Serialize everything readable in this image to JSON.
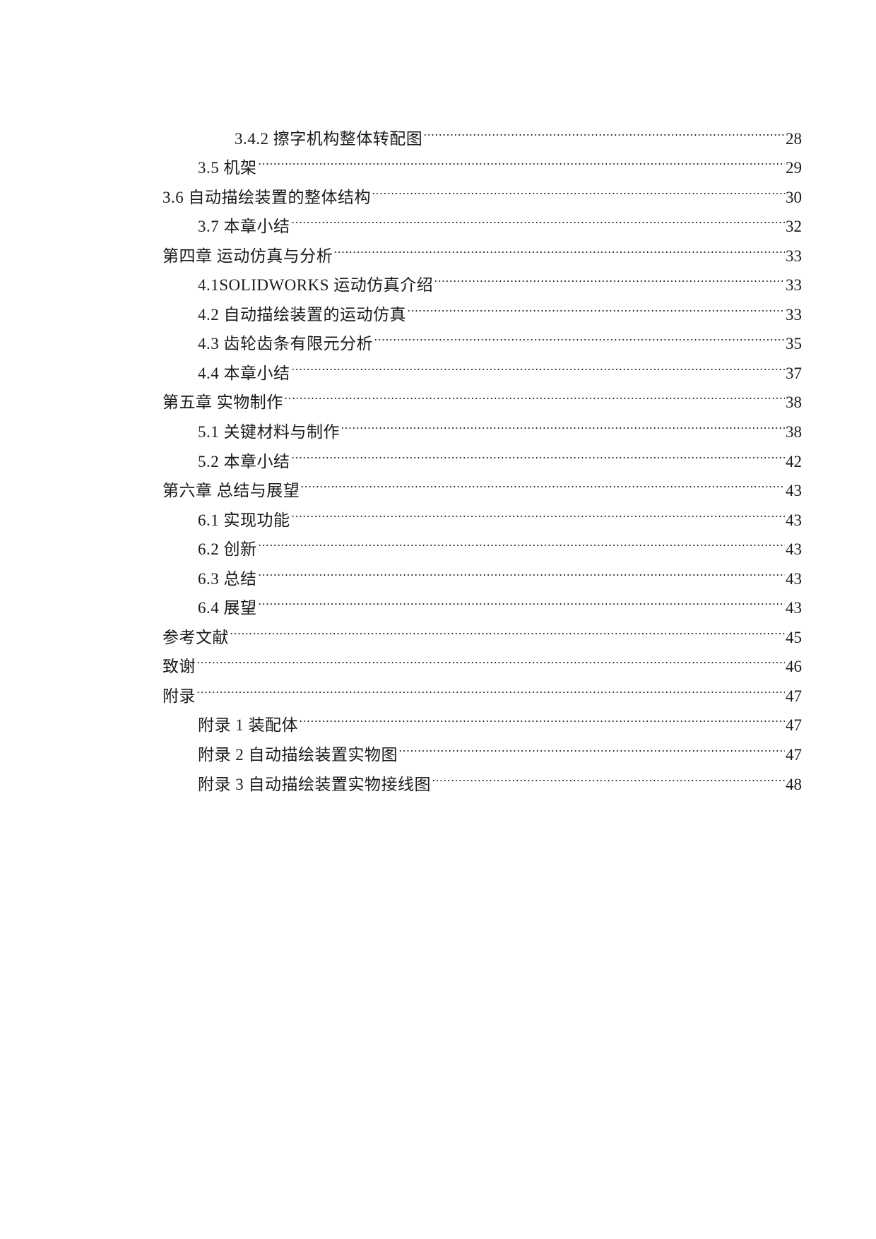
{
  "toc": {
    "entries": [
      {
        "level": 3,
        "title": "3.4.2 擦字机构整体转配图",
        "page": "28"
      },
      {
        "level": 2,
        "title": "3.5 机架",
        "page": "29"
      },
      {
        "level": 1,
        "title": "3.6 自动描绘装置的整体结构",
        "page": "30"
      },
      {
        "level": 2,
        "title": "3.7 本章小结",
        "page": "32"
      },
      {
        "level": 1,
        "title": "第四章  运动仿真与分析",
        "page": "33"
      },
      {
        "level": 2,
        "title": "4.1SOLIDWORKS 运动仿真介绍",
        "page": "33"
      },
      {
        "level": 2,
        "title": "4.2 自动描绘装置的运动仿真",
        "page": "33"
      },
      {
        "level": 2,
        "title": "4.3 齿轮齿条有限元分析",
        "page": "35"
      },
      {
        "level": 2,
        "title": "4.4 本章小结",
        "page": "37"
      },
      {
        "level": 1,
        "title": "第五章  实物制作",
        "page": "38"
      },
      {
        "level": 2,
        "title": "5.1 关键材料与制作",
        "page": "38"
      },
      {
        "level": 2,
        "title": "5.2 本章小结",
        "page": "42"
      },
      {
        "level": 1,
        "title": "第六章  总结与展望",
        "page": "43"
      },
      {
        "level": 2,
        "title": "6.1 实现功能",
        "page": "43"
      },
      {
        "level": 2,
        "title": "6.2 创新",
        "page": "43"
      },
      {
        "level": 2,
        "title": "6.3 总结",
        "page": "43"
      },
      {
        "level": 2,
        "title": "6.4 展望",
        "page": "43"
      },
      {
        "level": 1,
        "title": "参考文献",
        "page": "45"
      },
      {
        "level": 1,
        "title": "致谢",
        "page": "46"
      },
      {
        "level": 1,
        "title": "附录",
        "page": "47"
      },
      {
        "level": 2,
        "title": "附录 1 装配体",
        "page": "47"
      },
      {
        "level": 2,
        "title": "附录 2 自动描绘装置实物图",
        "page": "47"
      },
      {
        "level": 2,
        "title": "附录 3 自动描绘装置实物接线图",
        "page": "48"
      }
    ]
  }
}
